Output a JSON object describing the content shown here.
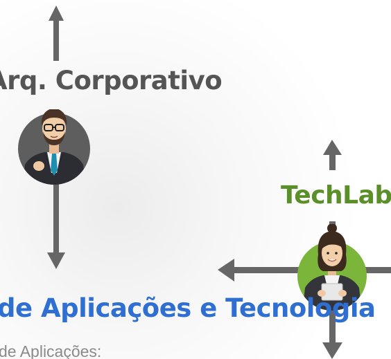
{
  "labels": {
    "corporate_arch": "Arq. Corporativo",
    "techlab": "TechLab",
    "apps_tech": "de Aplicações e Tecnologia",
    "apps_sub": "de Aplicações:"
  },
  "colors": {
    "arrow": "#666666",
    "corporate_text": "#555555",
    "techlab_text": "#5a8f29",
    "techlab_circle": "#7bb63a",
    "apps_text": "#2f6fd1",
    "avatar_circle": "#5e5e5e"
  },
  "icons": {
    "man_avatar": "businessman-avatar-icon",
    "woman_avatar": "businesswoman-tablet-avatar-icon"
  }
}
